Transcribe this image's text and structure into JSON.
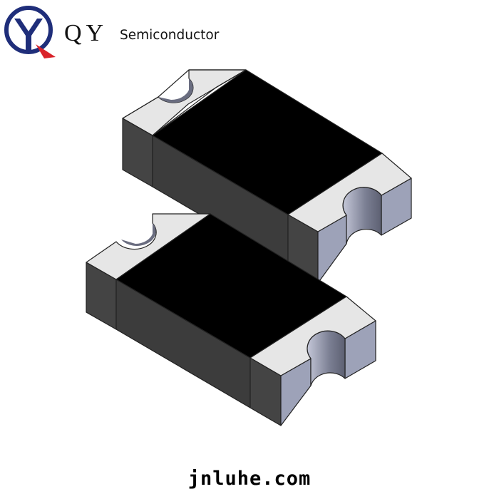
{
  "logo": {
    "mark": "qy-circle-logo",
    "brand": "QY",
    "subtitle": "Semiconductor",
    "colors": {
      "ring": "#1f2e7a",
      "accent": "#d9232a"
    }
  },
  "product": {
    "description": "Two SMD chip components (isometric render)",
    "colors": {
      "body_top": "#000000",
      "body_side": "#3c3c3c",
      "cap_top": "#e6e6e6",
      "cap_side_dark": "#444444",
      "cap_side_light": "#9da2b8"
    }
  },
  "footer": {
    "url": "jnluhe.com"
  }
}
